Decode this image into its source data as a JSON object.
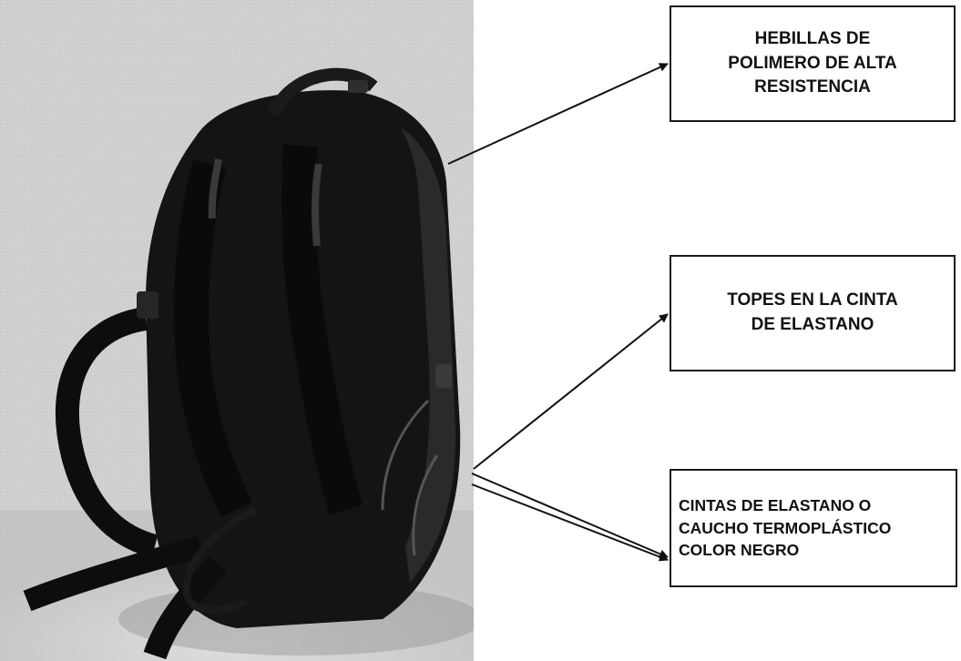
{
  "image": {
    "subject": "backpack-photo"
  },
  "labels": [
    {
      "lines": [
        "HEBILLAS DE",
        "POLIMERO DE ALTA",
        "RESISTENCIA"
      ]
    },
    {
      "lines": [
        "TOPES EN LA CINTA",
        "DE ELASTANO"
      ]
    },
    {
      "lines": [
        "CINTAS DE ELASTANO O",
        "CAUCHO TERMOPLÁSTICO",
        "COLOR NEGRO"
      ]
    }
  ],
  "colors": {
    "background": "#ffffff",
    "photo_background": "#cfcfcf",
    "backpack": "#141414",
    "box_border": "#1a1a1a",
    "arrow": "#111111",
    "text": "#111111"
  }
}
